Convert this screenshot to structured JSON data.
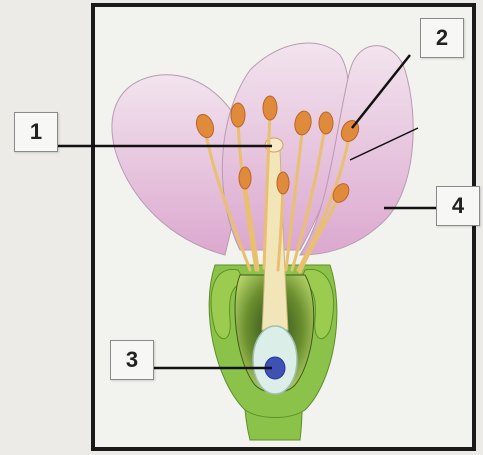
{
  "labels": [
    {
      "id": "1",
      "text": "1"
    },
    {
      "id": "2",
      "text": "2"
    },
    {
      "id": "3",
      "text": "3"
    },
    {
      "id": "4",
      "text": "4"
    }
  ],
  "colors": {
    "background": "#ecebe8",
    "frame_border": "#1a1a1a",
    "petal": "#e8c9e0",
    "stalk": "#8bc34a",
    "anther": "#e08a3c",
    "ovule": "#3f51b5"
  }
}
